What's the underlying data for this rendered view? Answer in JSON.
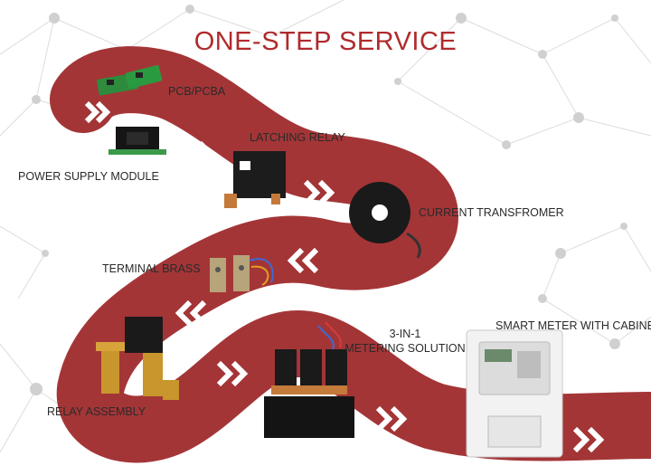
{
  "title": "ONE-STEP SERVICE",
  "colors": {
    "road": "#a43537",
    "title": "#b02a2c",
    "network": "#dcdcdc",
    "node": "#cfcfcf",
    "chevron": "#ffffff"
  },
  "products": [
    {
      "label": "PCB/PCBA",
      "icon": "pcb-board-icon"
    },
    {
      "label": "LATCHING RELAY",
      "icon": "latching-relay-icon"
    },
    {
      "label": "POWER SUPPLY MODULE",
      "icon": "power-supply-module-icon"
    },
    {
      "label": "CURRENT TRANSFROMER",
      "icon": "current-transformer-icon"
    },
    {
      "label": "TERMINAL BRASS",
      "icon": "terminal-brass-icon"
    },
    {
      "label_lines": [
        "3-IN-1",
        "METERING SOLUTION"
      ],
      "icon": "metering-solution-icon"
    },
    {
      "label": "SMART METER WITH CABINET",
      "icon": "smart-meter-cabinet-icon"
    },
    {
      "label": "RELAY ASSEMBLY",
      "icon": "relay-assembly-icon"
    }
  ]
}
